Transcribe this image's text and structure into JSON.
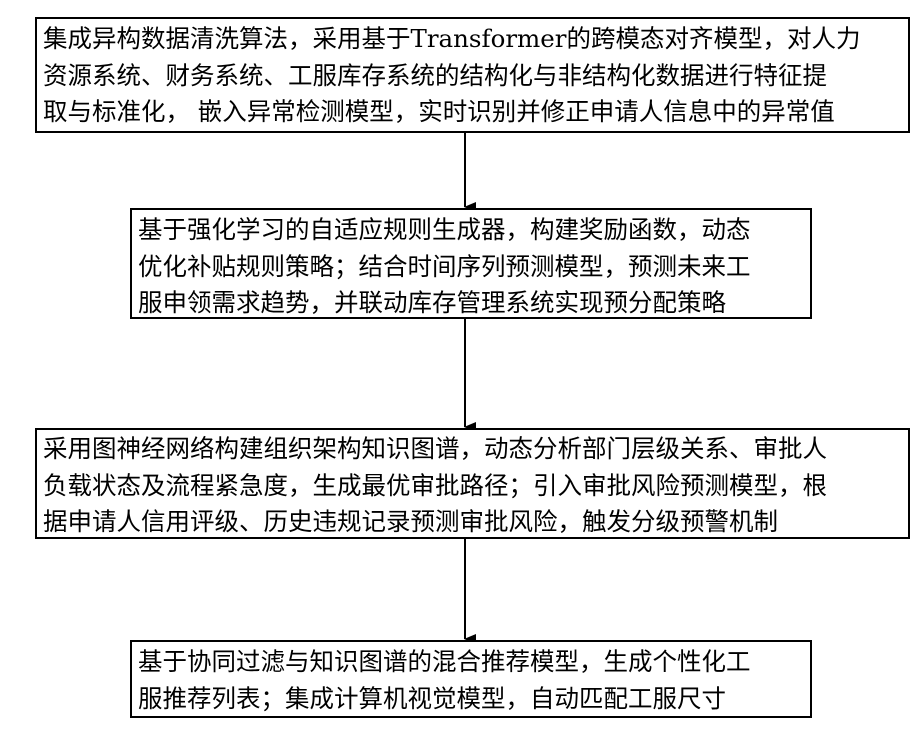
{
  "flowchart": {
    "steps": [
      {
        "lines": [
          "集成异构数据清洗算法，采用基于Transformer的跨模态对齐模型，对人力",
          "资源系统、财务系统、工服库存系统的结构化与非结构化数据进行特征提",
          "取与标准化， 嵌入异常检测模型，实时识别并修正申请人信息中的异常值"
        ]
      },
      {
        "lines": [
          "基于强化学习的自适应规则生成器，构建奖励函数，动态",
          "优化补贴规则策略；结合时间序列预测模型，预测未来工",
          "服申领需求趋势，并联动库存管理系统实现预分配策略"
        ]
      },
      {
        "lines": [
          "采用图神经网络构建组织架构知识图谱，动态分析部门层级关系、审批人",
          "负载状态及流程紧急度，生成最优审批路径；引入审批风险预测模型，根",
          "据申请人信用评级、历史违规记录预测审批风险，触发分级预警机制"
        ]
      },
      {
        "lines": [
          "基于协同过滤与知识图谱的混合推荐模型，生成个性化工",
          "服推荐列表；集成计算机视觉模型，自动匹配工服尺寸"
        ]
      }
    ]
  }
}
